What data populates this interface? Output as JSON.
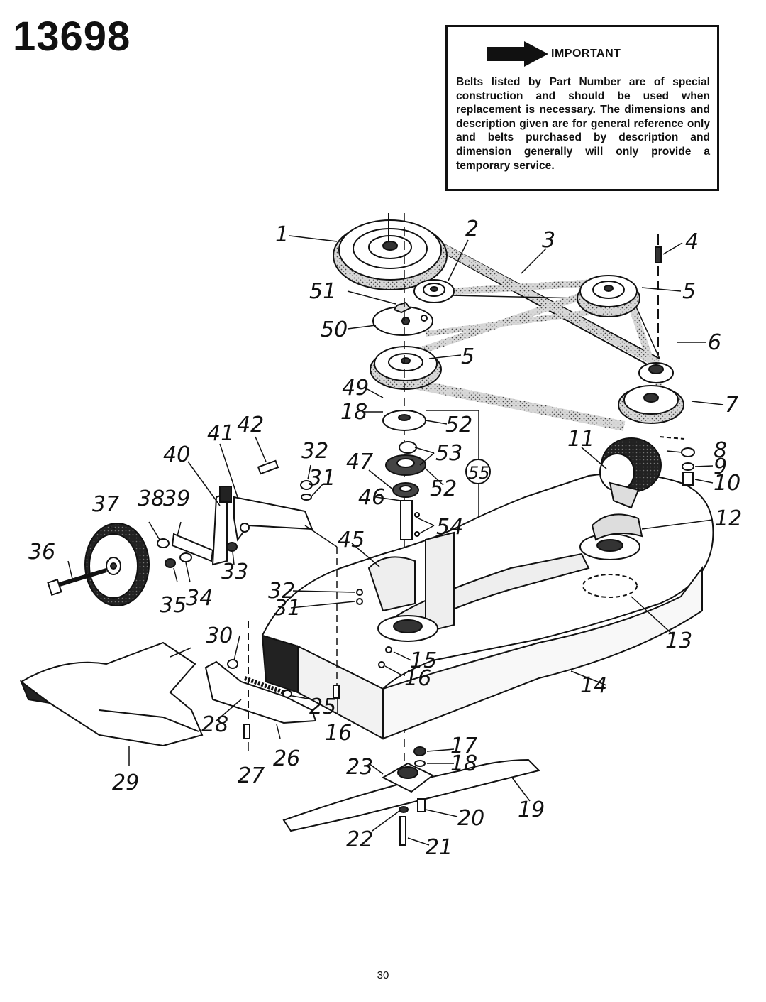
{
  "page": {
    "model_number": "13698",
    "page_number": "30"
  },
  "notice": {
    "title": "IMPORTANT",
    "text": "Belts listed by Part Number are of special construction and should be used when replacement is necessary. The dimensions and description given are for general reference only and belts purchased by description and dimension generally will only provide a temporary service."
  },
  "callouts": {
    "c1": "1",
    "c2": "2",
    "c3": "3",
    "c4": "4",
    "c5a": "5",
    "c5b": "5",
    "c6": "6",
    "c7": "7",
    "c8": "8",
    "c9": "9",
    "c10": "10",
    "c11": "11",
    "c12": "12",
    "c13": "13",
    "c14": "14",
    "c15": "15",
    "c16a": "16",
    "c16b": "16",
    "c17": "17",
    "c18a": "18",
    "c18b": "18",
    "c19": "19",
    "c20": "20",
    "c21": "21",
    "c22": "22",
    "c23": "23",
    "c25": "25",
    "c26": "26",
    "c27": "27",
    "c28": "28",
    "c29": "29",
    "c30": "30",
    "c31a": "31",
    "c31b": "31",
    "c32a": "32",
    "c32b": "32",
    "c33": "33",
    "c34": "34",
    "c35": "35",
    "c36": "36",
    "c37": "37",
    "c38": "38",
    "c39": "39",
    "c40": "40",
    "c41": "41",
    "c42": "42",
    "c45": "45",
    "c46": "46",
    "c47": "47",
    "c49": "49",
    "c50": "50",
    "c51": "51",
    "c52a": "52",
    "c52b": "52",
    "c53": "53",
    "c54": "54",
    "c55": "55"
  }
}
